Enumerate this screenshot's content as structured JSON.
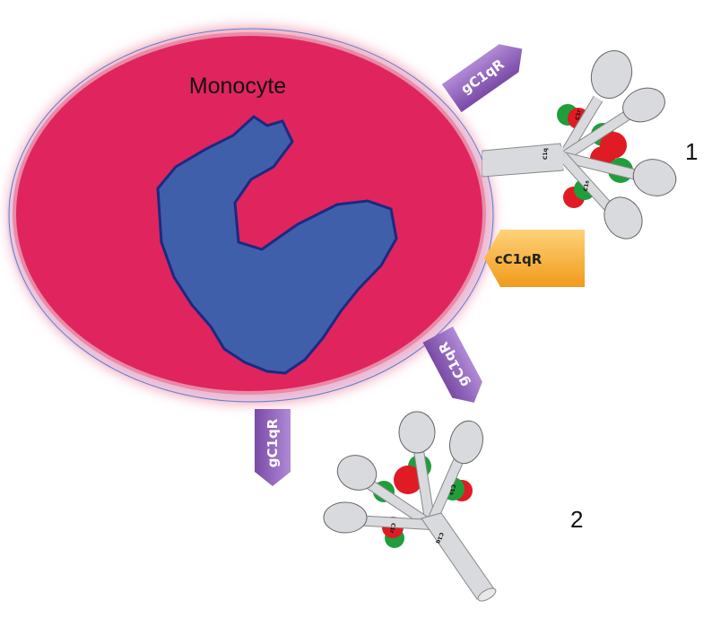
{
  "cell": {
    "label": "Monocyte",
    "membrane_color": "#e0245e",
    "nucleus_color": "#3f5fab"
  },
  "receptors": {
    "gc1qr_top": "gC1qR",
    "gc1qr_lower_right": "gC1qR",
    "gc1qr_bottom": "gC1qR",
    "cc1qr": "cC1qR"
  },
  "complex1": {
    "number": "1",
    "c1q": "C1q",
    "c1r": "C1r",
    "c1s": "C1s"
  },
  "complex2": {
    "number": "2",
    "c1q": "C1q",
    "c1r": "C1r",
    "c1s": "C1s"
  },
  "colors": {
    "receptor_purple": "#9a6cc2",
    "receptor_orange": "#f5a623",
    "c1r_red": "#e01b24",
    "c1s_green": "#1f9e3c"
  }
}
